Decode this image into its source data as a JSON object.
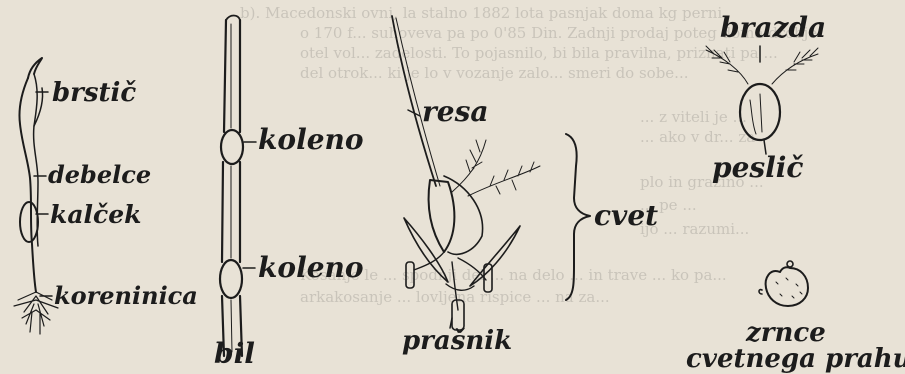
{
  "labels": {
    "brstic": "brstič",
    "debelce": "debelce",
    "kalcek": "kalček",
    "koreninica": "koreninica",
    "koleno_top": "koleno",
    "koleno_bottom": "koleno",
    "bil": "bil",
    "resa": "resa",
    "cvet": "cvet",
    "prasnik": "prašnik",
    "brazda": "brazda",
    "peslic": "peslič",
    "zrnce": "zrnce",
    "cvetnega_prahu": "cvetnega prahu"
  },
  "colors": {
    "paper": "#e8e2d6",
    "ink": "#1c1c1c"
  }
}
